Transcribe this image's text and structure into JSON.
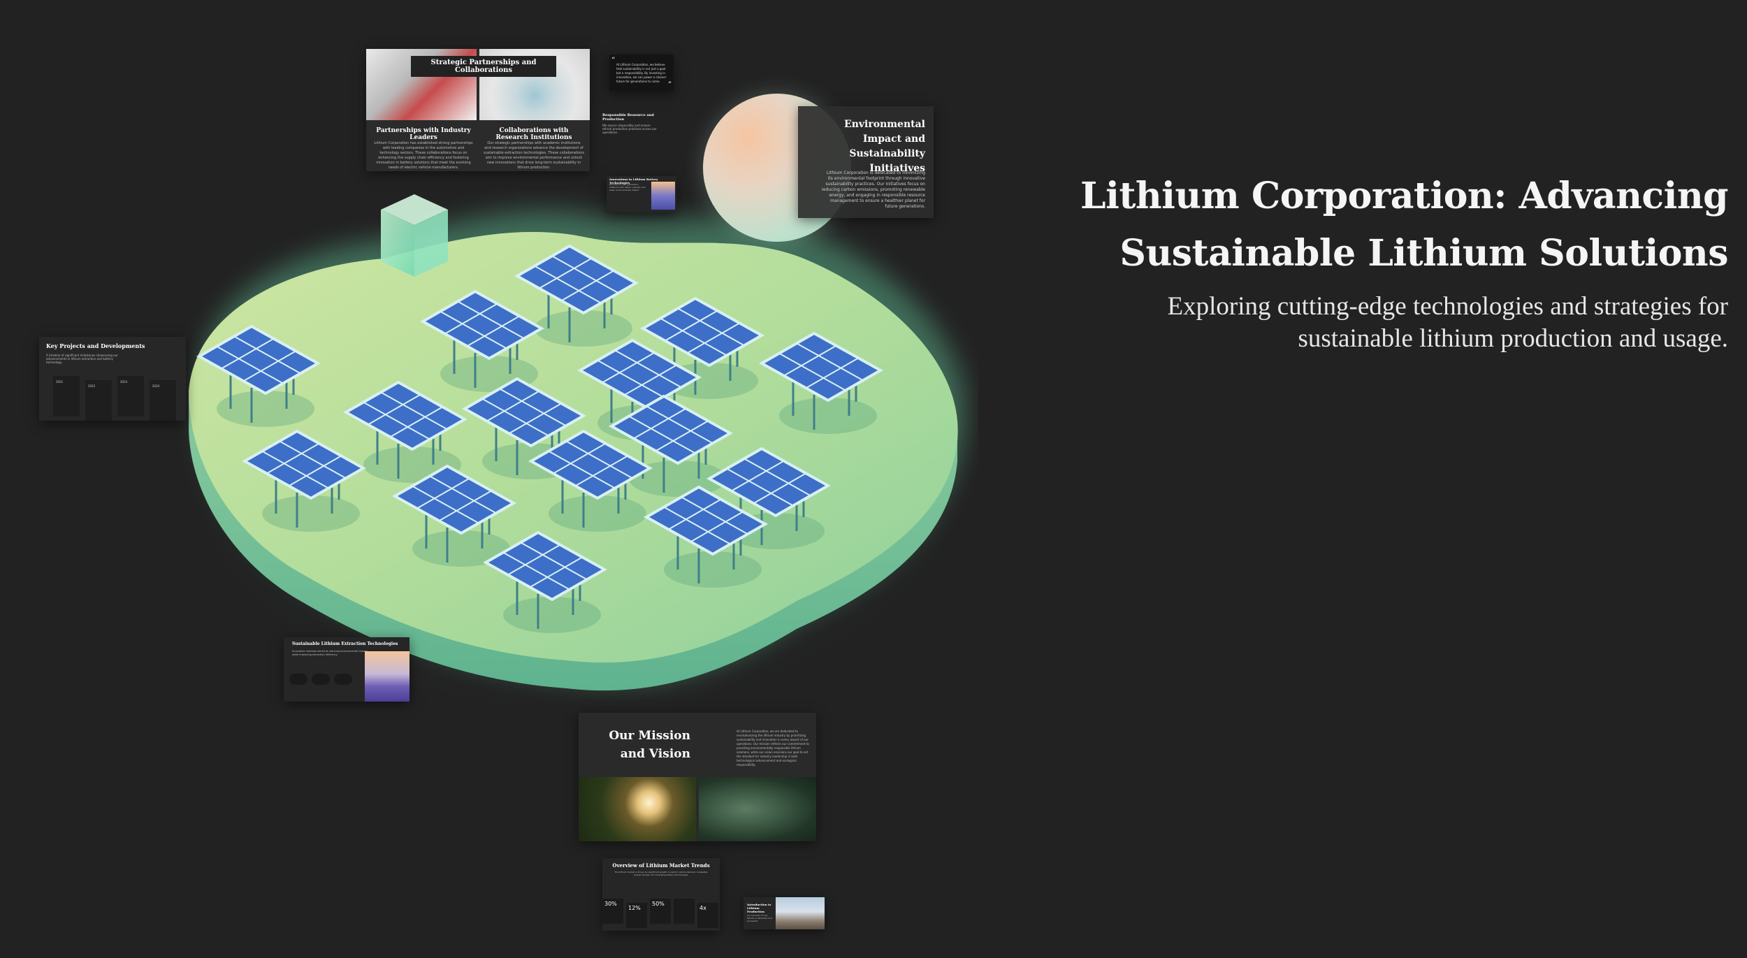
{
  "hero": {
    "title_line1": "Lithium Corporation: Advancing",
    "title_line2": "Sustainable Lithium Solutions",
    "subtitle_line1": "Exploring cutting-edge technologies and strategies for",
    "subtitle_line2": "sustainable lithium production and usage."
  },
  "partners": {
    "title": "Strategic Partnerships and Collaborations",
    "left_heading": "Partnerships with Industry Leaders",
    "right_heading": "Collaborations with Research Institutions",
    "left_body": "Lithium Corporation has established strong partnerships with leading companies in the automotive and technology sectors. These collaborations focus on enhancing the supply chain efficiency and fostering innovation in battery solutions that meet the evolving needs of electric vehicle manufacturers.",
    "right_body": "Our strategic partnerships with academic institutions and research organizations advance the development of sustainable extraction technologies. These collaborations aim to improve environmental performance and unlock new innovations that drive long-term sustainability in lithium production."
  },
  "quote": {
    "body": "At Lithium Corporation, we believe that sustainability is not just a goal but a responsibility. By investing in innovation, we can power a cleaner future for generations to come."
  },
  "responsible": {
    "title": "Responsible Resource and Production",
    "body": "We source responsibly and ensure ethical production practices across our operations."
  },
  "innovation": {
    "title": "Innovations in Lithium Battery Technologies",
    "body": "Developing next-generation batteries with higher capacity and lower environmental impact."
  },
  "environment": {
    "title": "Environmental Impact and Sustainability Initiatives",
    "body": "Lithium Corporation is dedicated to minimizing its environmental footprint through innovative sustainability practices. Our initiatives focus on reducing carbon emissions, promoting renewable energy, and engaging in responsible resource management to ensure a healthier planet for future generations."
  },
  "key_projects": {
    "title": "Key Projects and Developments",
    "body": "A timeline of significant milestones showcasing our advancements in lithium extraction and battery technology.",
    "years": [
      "2021",
      "2022",
      "2023",
      "2024"
    ]
  },
  "extraction": {
    "title": "Sustainable Lithium Extraction Technologies",
    "body": "Innovative methods aimed at reducing environmental impact while improving extraction efficiency."
  },
  "mission": {
    "title": "Our Mission and Vision",
    "body": "At Lithium Corporation, we are dedicated to revolutionizing the lithium industry by prioritizing sustainability and innovation in every aspect of our operations. Our mission reflects our commitment to providing environmentally responsible lithium solutions, while our vision envisions our goal to set the standard for industry leadership in both technological advancement and ecological responsibility."
  },
  "market": {
    "title": "Overview of Lithium Market Trends",
    "body": "The lithium market is driven by significant growth in electric vehicle demand, renewable energy storage, and emerging battery technologies.",
    "stats": [
      "30%",
      "12%",
      "50%",
      "",
      "4x"
    ]
  },
  "production": {
    "title": "Introduction to Lithium Production",
    "body": "An overview of how lithium is extracted and processed."
  },
  "colors": {
    "background": "#222222",
    "island_light": "#d8e9a6",
    "island_dark": "#7ecf9c",
    "panel_blue": "#3d6fc8",
    "panel_frame": "#d9f0f2"
  }
}
